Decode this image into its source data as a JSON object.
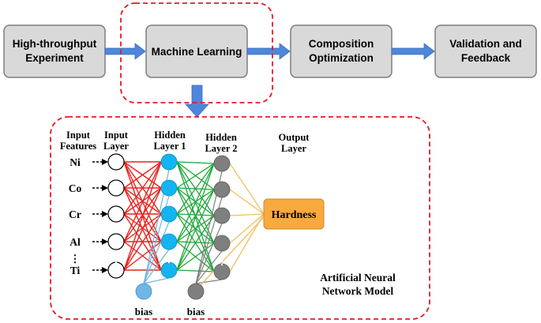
{
  "flow": {
    "boxes": [
      {
        "id": "high-throughput",
        "lines": [
          "High-throughput",
          "Experiment"
        ]
      },
      {
        "id": "machine-learning",
        "lines": [
          "Machine Learning"
        ]
      },
      {
        "id": "composition",
        "lines": [
          "Composition",
          "Optimization"
        ]
      },
      {
        "id": "validation",
        "lines": [
          "Validation and",
          "Feedback"
        ]
      }
    ]
  },
  "network": {
    "column_headers": {
      "input_features": [
        "Input",
        "Features"
      ],
      "input_layer": [
        "Input",
        "Layer"
      ],
      "hidden_layer_1": [
        "Hidden",
        "Layer 1"
      ],
      "hidden_layer_2": [
        "Hidden",
        "Layer 2"
      ],
      "output_layer": [
        "Output",
        "Layer"
      ]
    },
    "features": [
      "Ni",
      "Co",
      "Cr",
      "Al",
      "Ti"
    ],
    "ellipsis": "⋮",
    "output_label": "Hardness",
    "bias_label": "bias",
    "model_label": [
      "Artificial Neural",
      "Network Model"
    ]
  },
  "colors": {
    "box_fill": "#d9d9d9",
    "arrow_blue": "#4f86d9",
    "dashed_red": "#e31b23",
    "input_to_h1": "#e8231d",
    "h1_to_h2": "#1fa83a",
    "h2_to_out": "#f0c060",
    "h1_node": "#13b4f0",
    "h2_node": "#7f7f7f",
    "bias1_node": "#6fb5e6",
    "output_fill": "#f9a93e",
    "output_stroke": "#c98a2e"
  }
}
